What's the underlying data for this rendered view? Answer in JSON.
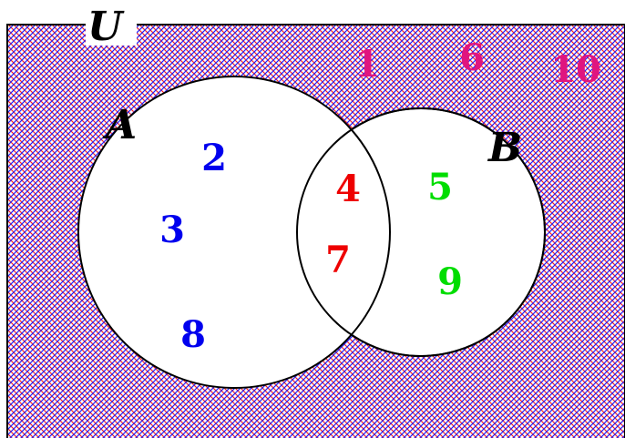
{
  "universe": {
    "label": "U"
  },
  "set_a": {
    "label": "A",
    "only_elements": [
      "2",
      "3",
      "8"
    ],
    "color": "#0000ee"
  },
  "set_b": {
    "label": "B",
    "only_elements": [
      "5",
      "9"
    ],
    "color": "#00dd00"
  },
  "intersection": {
    "elements": [
      "4",
      "7"
    ],
    "color": "#ee0000"
  },
  "outside": {
    "elements": [
      "1",
      "6",
      "10"
    ],
    "color": "#e0157f"
  },
  "colors": {
    "hatch_red": "#ff2020",
    "hatch_blue": "#2020ff",
    "circle_fill": "#ffffff",
    "outline": "#000000"
  }
}
